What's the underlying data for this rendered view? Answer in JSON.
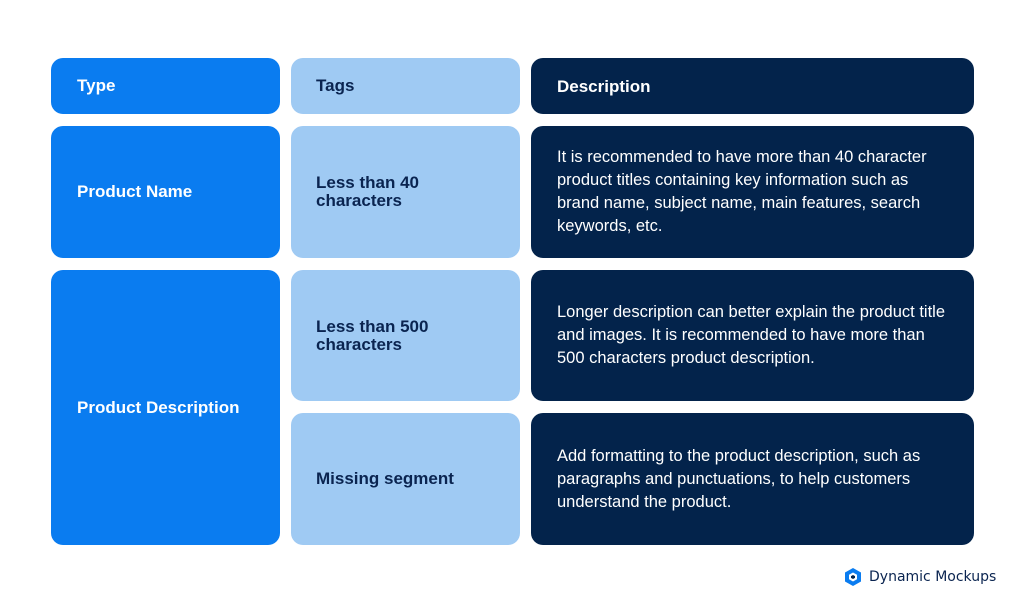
{
  "table": {
    "headers": {
      "type": "Type",
      "tags": "Tags",
      "description": "Description"
    },
    "rows": [
      {
        "type": "Product Name",
        "tag": "Less than 40 characters",
        "description": "It is recommended to have more than 40 character product titles containing key information such as brand name, subject name, main features, search keywords, etc."
      },
      {
        "type": "Product Description",
        "tag": "Less than 500 characters",
        "description": "Longer description can better explain the product title and images. It is recommended to have more than 500 characters product description."
      },
      {
        "tag": "Missing segment",
        "description": "Add formatting to the product description, such as paragraphs and punctuations, to help customers understand the product."
      }
    ]
  },
  "brand": {
    "name": "Dynamic Mockups",
    "logo_icon": "hexagon-logo-icon"
  },
  "colors": {
    "type_blue": "#0a7cf0",
    "tag_light_blue": "#9fcaf3",
    "desc_navy": "#03234b"
  }
}
